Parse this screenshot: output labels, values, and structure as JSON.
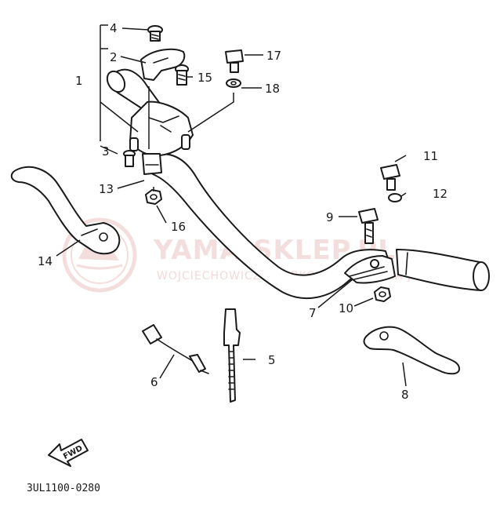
{
  "diagram": {
    "callouts": [
      "1",
      "2",
      "3",
      "4",
      "5",
      "6",
      "7",
      "8",
      "9",
      "10",
      "11",
      "12",
      "13",
      "14",
      "15",
      "16",
      "17",
      "18"
    ],
    "watermark": {
      "brand": "YAMA-SKLEP.PL",
      "owner": "WOJCIECHOWICZ I DEBKOWSKA SPÓŁKA JAWNA"
    },
    "fwd_label": "FWD",
    "drawing_code": "3UL1100-0280",
    "colors": {
      "line": "#1a1a1a",
      "watermark": "#e6b4b4"
    }
  }
}
